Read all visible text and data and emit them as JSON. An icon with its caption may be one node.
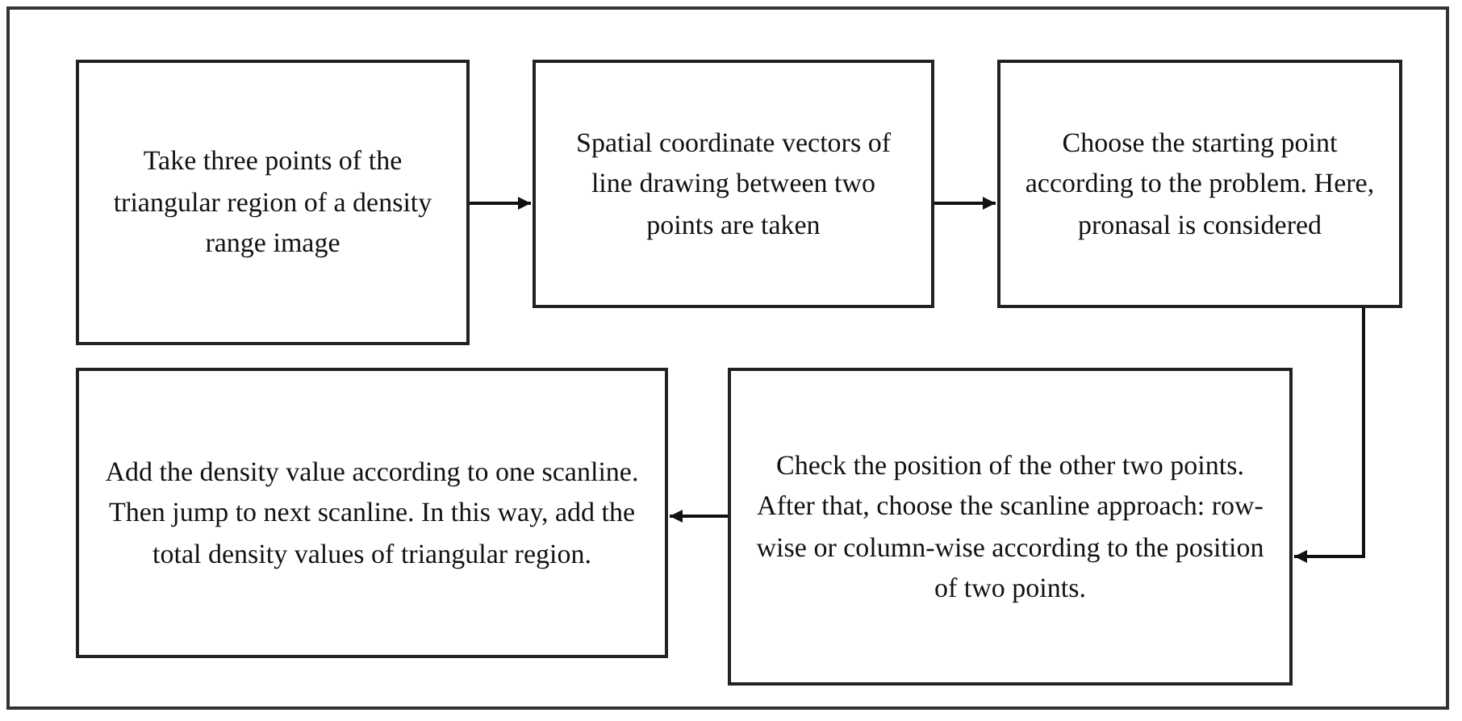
{
  "diagram": {
    "nodes": [
      {
        "text": [
          "Take three points of the triangular region of a density range image"
        ]
      },
      {
        "text": [
          "Spatial coordinate vectors of line drawing between two points are taken"
        ]
      },
      {
        "text": [
          "Choose the starting point according to the problem. Here, pronasal is considered"
        ]
      },
      {
        "text": [
          "Add the density value according to one scanline. Then jump to next scanline. In this way, add the total density values of triangular region."
        ]
      },
      {
        "text": [
          "Check the position of the other two points. After that, choose the scanline approach: row-wise or column-wise according to the position of two points."
        ]
      }
    ],
    "edges": [
      {
        "from": 0,
        "to": 1,
        "arrow": "to"
      },
      {
        "from": 1,
        "to": 2,
        "arrow": "to"
      },
      {
        "from": 2,
        "to": 4,
        "arrow": "to"
      },
      {
        "from": 4,
        "to": 3,
        "arrow": "to"
      }
    ]
  }
}
